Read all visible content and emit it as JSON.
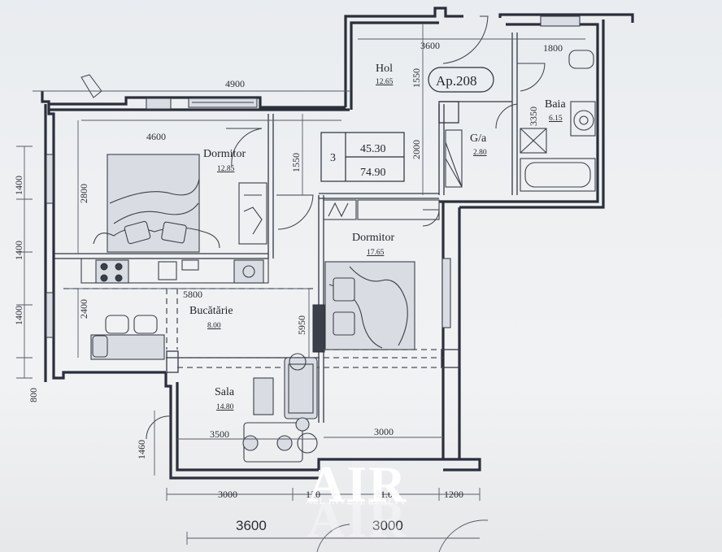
{
  "apartment": {
    "label": "Ap.208"
  },
  "summary": {
    "rooms": "3",
    "living_area": "45.30",
    "total_area": "74.90"
  },
  "rooms": {
    "hol": {
      "name": "Hol",
      "area": "12.65"
    },
    "baia": {
      "name": "Baia",
      "area": "6.15"
    },
    "ga": {
      "name": "G/a",
      "area": "2.80"
    },
    "dormitor1": {
      "name": "Dormitor",
      "area": "12.85"
    },
    "dormitor2": {
      "name": "Dormitor",
      "area": "17.65"
    },
    "bucatarie": {
      "name": "Bucătărie",
      "area": "8.00"
    },
    "sala": {
      "name": "Sala",
      "area": "14.80"
    }
  },
  "dimensions": {
    "top_3600": "3600",
    "top_1800": "1800",
    "d_4900": "4900",
    "d_4600": "4600",
    "v_1550_hol": "1550",
    "v_3350": "3350",
    "v_2000": "2000",
    "v_1550_mid": "1550",
    "v_2800": "2800",
    "h_5800": "5800",
    "v_5950": "5950",
    "v_2400": "2400",
    "h_3500": "3500",
    "h_3000_sala": "3000",
    "left_1400_a": "1400",
    "left_1400_b": "1400",
    "left_1400_c": "1400",
    "left_800": "800",
    "v_1460": "1460",
    "bottom_3000": "3000",
    "bottom_120_a": "120",
    "bottom_210": "21.0",
    "bottom_1200": "1200",
    "bottom_3600": "3600",
    "bottom_3000_big": "3000"
  },
  "watermark": {
    "letters": "AIR",
    "subtitle": "ALL INVEST REALTY"
  }
}
